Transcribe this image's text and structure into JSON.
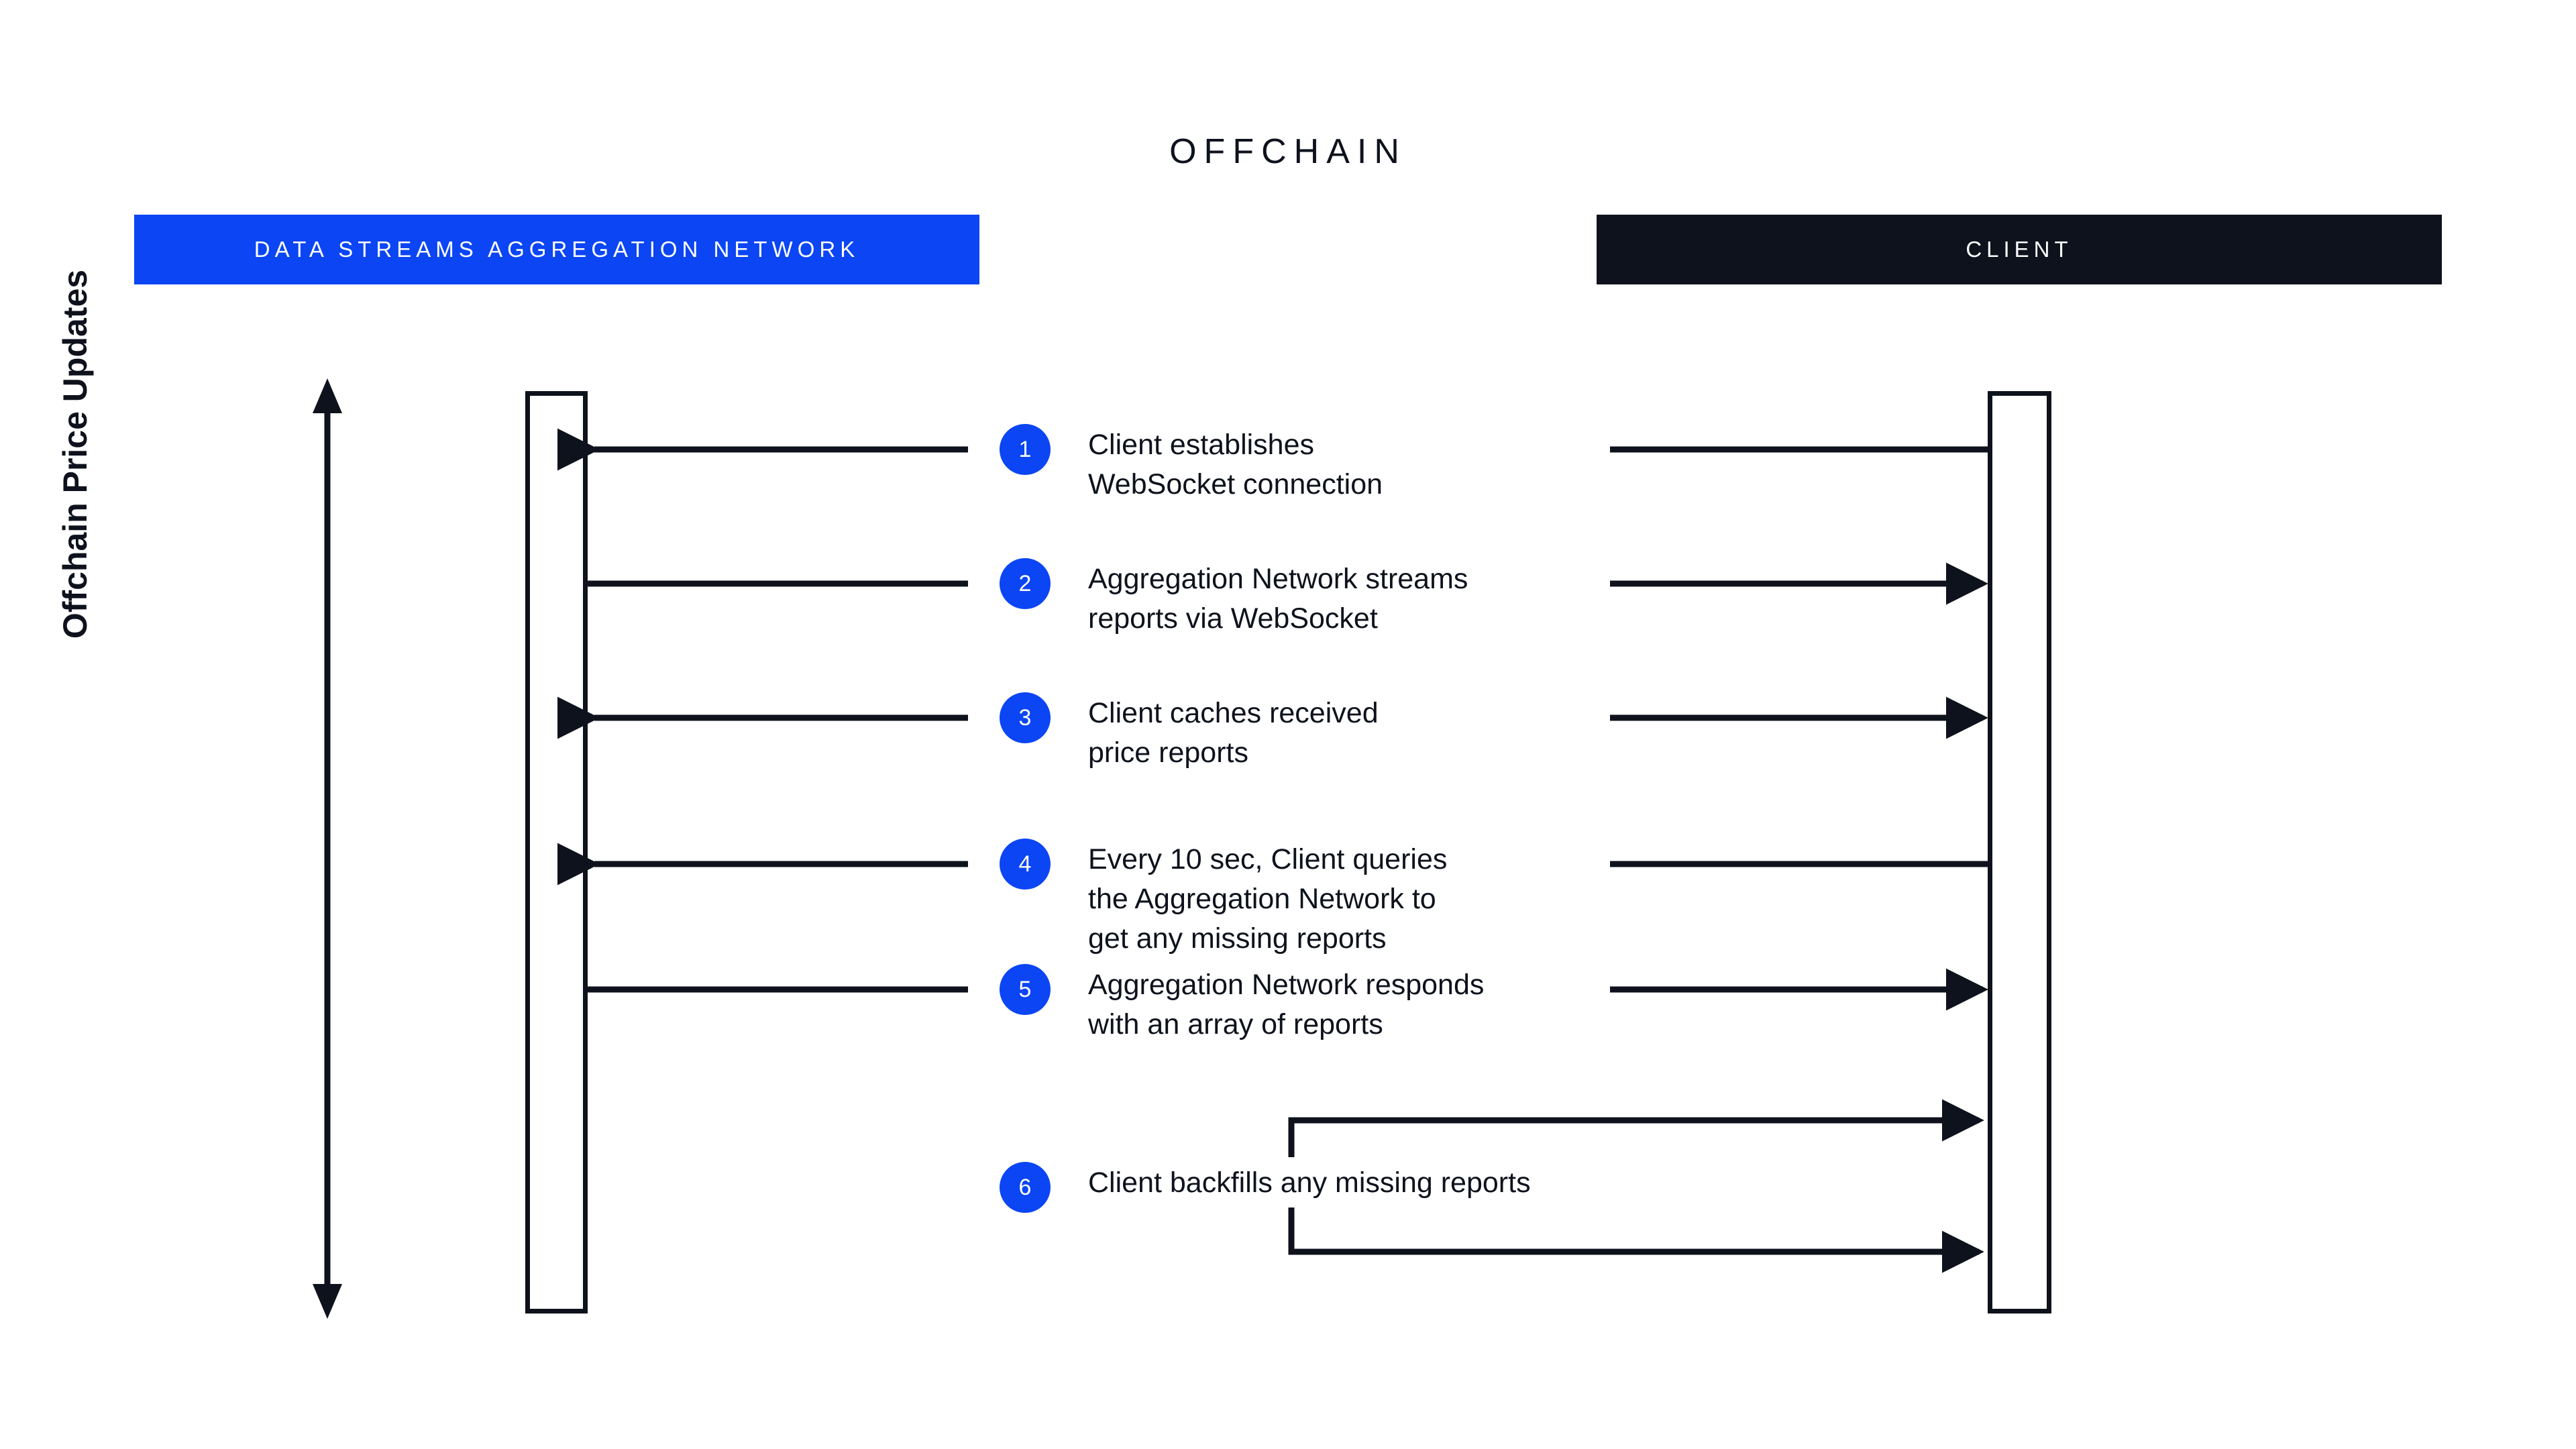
{
  "diagram": {
    "title": "OFFCHAIN",
    "axis_label": "Offchain Price Updates",
    "lanes": [
      {
        "id": "aggregation-network",
        "label": "DATA STREAMS AGGREGATION NETWORK",
        "color": "#0B45F4",
        "text_color": "#FFFFFF"
      },
      {
        "id": "client",
        "label": "CLIENT",
        "color": "#0D121C",
        "text_color": "#FFFFFF"
      }
    ],
    "accent_color": "#0B45F4",
    "ink_color": "#0D121C",
    "background_color": "#FFFFFF",
    "steps": [
      {
        "number": "1",
        "text": "Client establishes\nWebSocket connection"
      },
      {
        "number": "2",
        "text": "Aggregation Network streams\nreports via WebSocket"
      },
      {
        "number": "3",
        "text": "Client caches received\nprice reports"
      },
      {
        "number": "4",
        "text": "Every 10 sec, Client queries\nthe Aggregation Network to\nget any missing reports"
      },
      {
        "number": "5",
        "text": "Aggregation Network responds\nwith an array of reports"
      },
      {
        "number": "6",
        "text": "Client backfills any missing reports"
      }
    ]
  }
}
